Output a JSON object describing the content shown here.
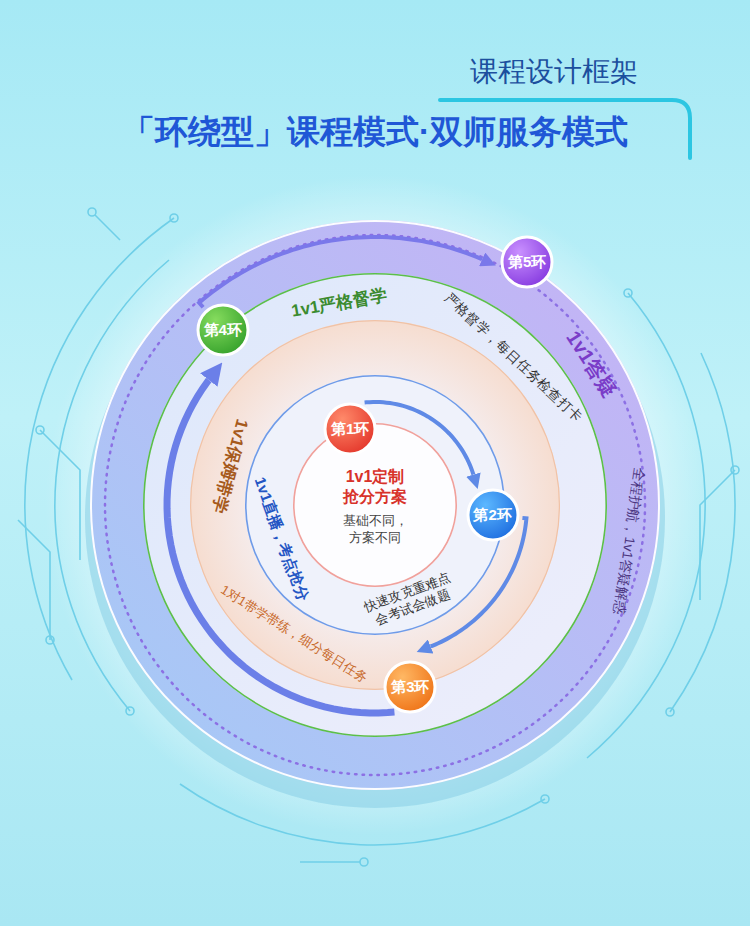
{
  "diagram": {
    "title": "「环绕型」课程模式·双师服务模式",
    "nodes": [
      {
        "text": [
          "1v1答疑",
          "全程护航，1v1答疑解惑"
        ]
      },
      {
        "text": [
          "1v1严格督学",
          "严格督学，每日任务检查打卡"
        ],
        "in": 0
      },
      {
        "text": [
          "1v1保姆带学",
          "1对1带学带练，细分每日任务"
        ],
        "in": 1
      },
      {
        "text": [
          "1v1直播，考点抢分",
          "快速攻克重难点 会考试会做题"
        ],
        "in": 2
      },
      {
        "text": [
          "1v1定制 抢分方案",
          "基础不同， 方案不同"
        ],
        "in": 3
      },
      {
        "text": [
          "第1环"
        ]
      },
      {
        "text": [
          "第2环"
        ]
      },
      {
        "text": [
          "第3环"
        ]
      },
      {
        "text": [
          "第4环"
        ]
      },
      {
        "text": [
          "第5环"
        ]
      }
    ],
    "edges": [
      {
        "from": 5,
        "to": 6,
        "arrow": "to"
      },
      {
        "from": 6,
        "to": 7,
        "arrow": "to"
      },
      {
        "from": 7,
        "to": 8,
        "arrow": "to"
      },
      {
        "from": 8,
        "to": 9,
        "arrow": "to"
      }
    ],
    "labels": [
      "课程设计框架"
    ]
  }
}
